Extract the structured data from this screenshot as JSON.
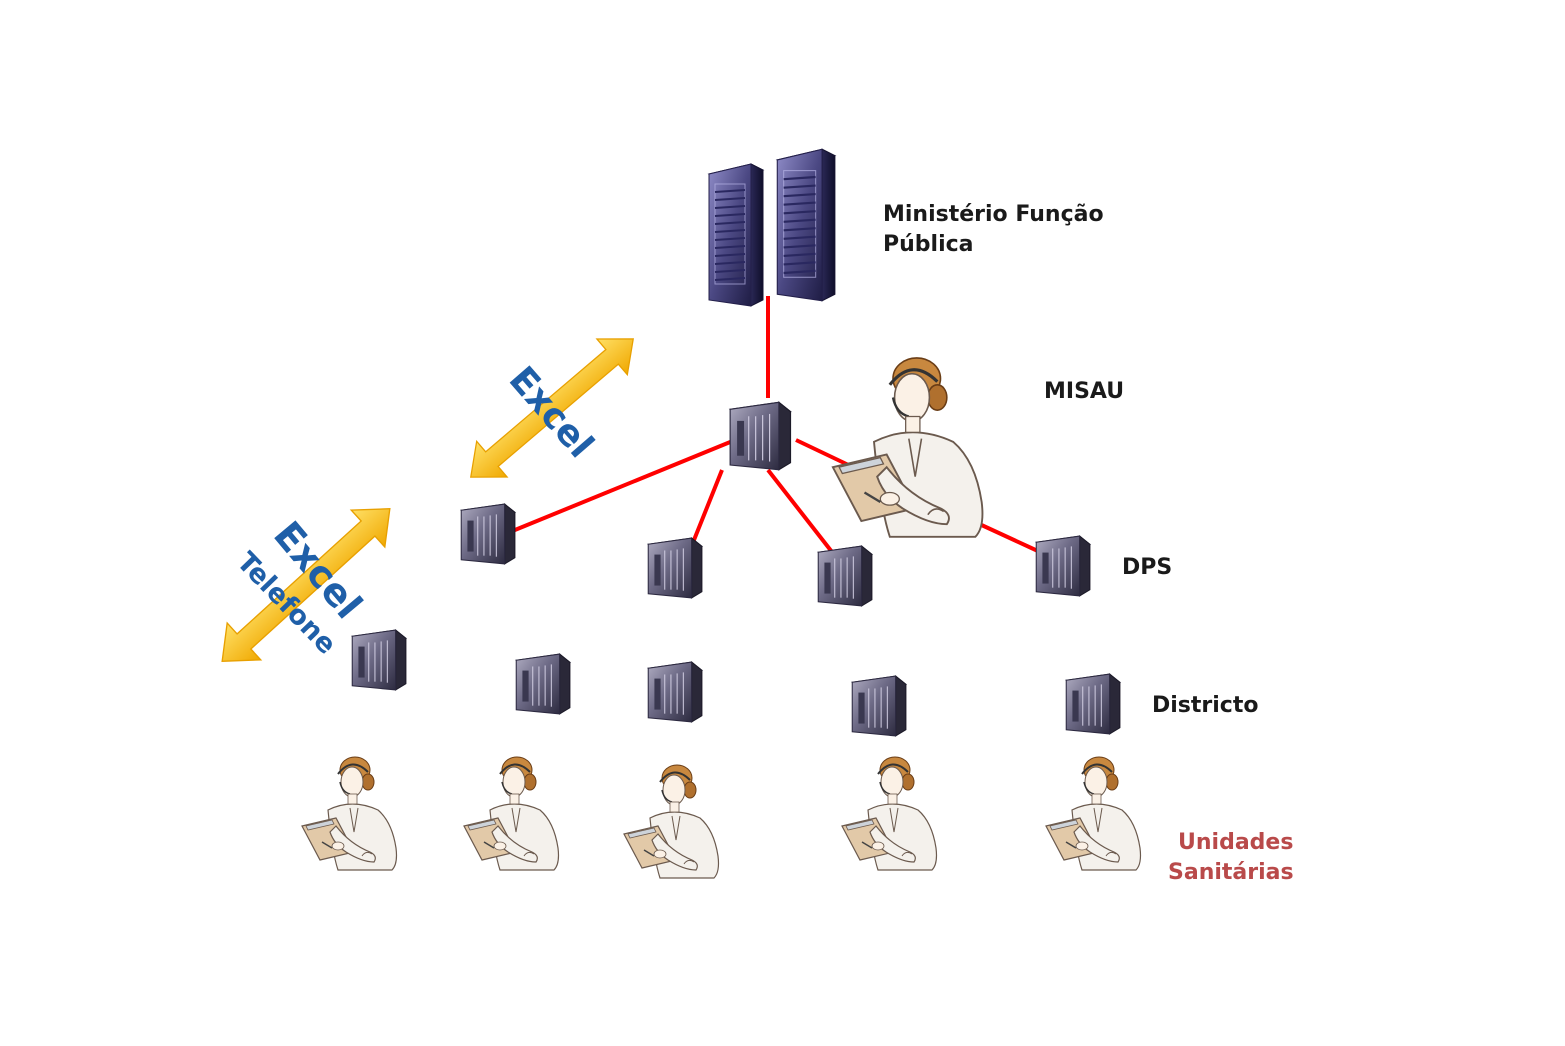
{
  "labels": {
    "ministerio_line1": "Ministério Função",
    "ministerio_line2": "Pública",
    "misau": "MISAU",
    "dps": "DPS",
    "districto": "Districto",
    "unidades_line1": "Unidades",
    "unidades_line2": "Sanitárias"
  },
  "arrows": {
    "upper_text": "Excel",
    "lower_text_1": "Excel",
    "lower_text_2": "Telefone"
  },
  "colors": {
    "link_line": "#ff0000",
    "arrow_fill": "#f7c21a",
    "arrow_text": "#1f5fa8",
    "server_body": "#4a4780",
    "label_text": "#1a1a1a",
    "unidades_text": "#b94a4a"
  }
}
